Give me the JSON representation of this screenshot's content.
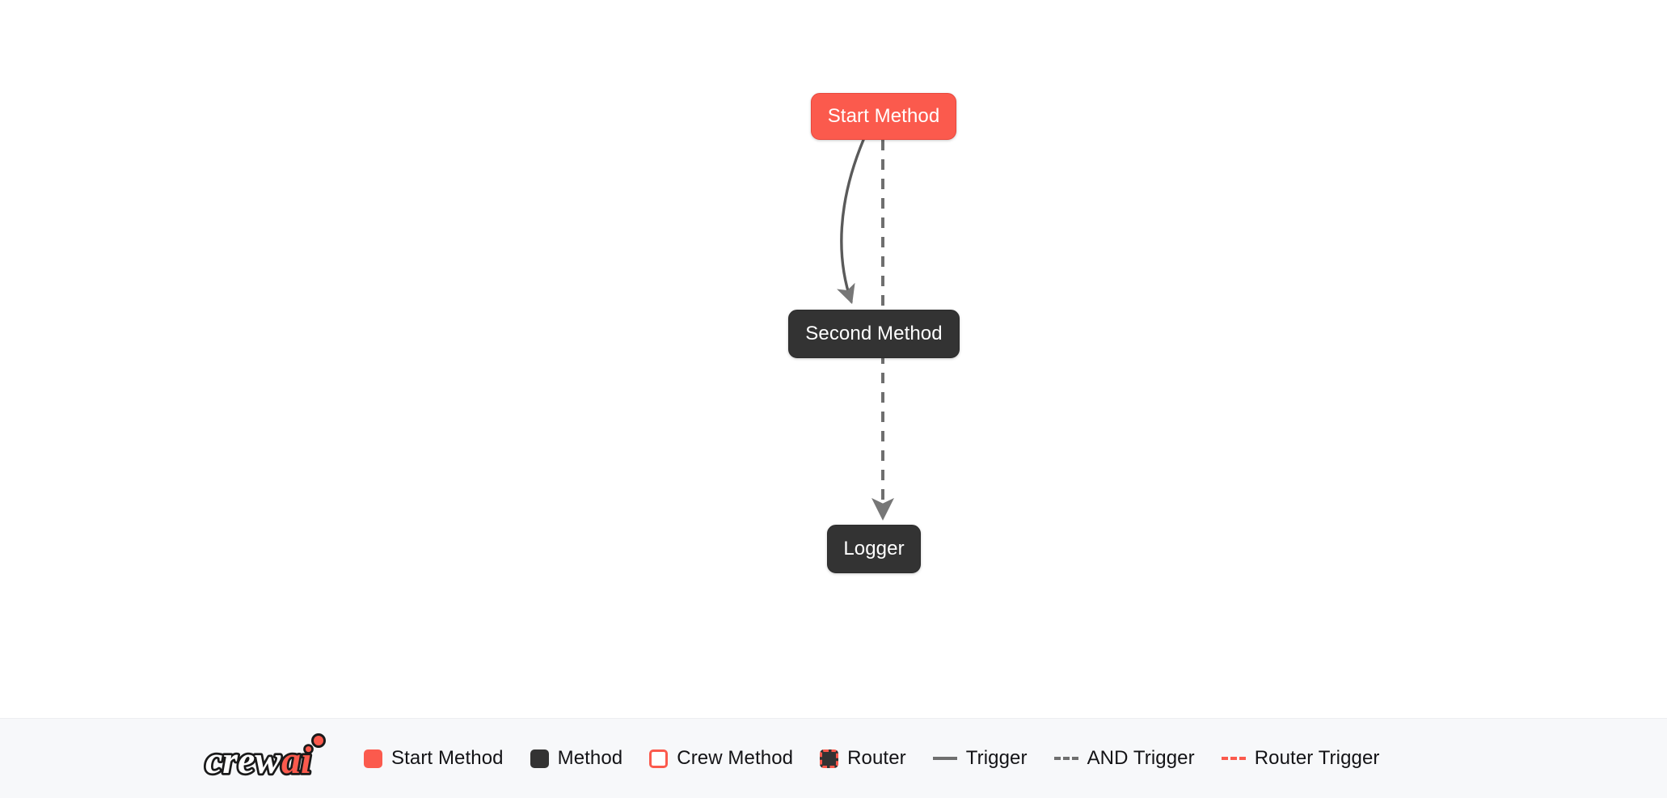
{
  "colors": {
    "start_node": "#fb5a4d",
    "method_node": "#333333",
    "accent": "#fb5a4d",
    "edge_gray": "#6f6f6f",
    "canvas_bg": "#ffffff",
    "footer_bg": "#f7f8fa"
  },
  "brand": {
    "name": "crewai",
    "part_white": "crew",
    "part_red": "ai"
  },
  "flow": {
    "nodes": [
      {
        "id": "start_method",
        "label": "Start Method",
        "type": "start-method"
      },
      {
        "id": "second_method",
        "label": "Second Method",
        "type": "method"
      },
      {
        "id": "logger",
        "label": "Logger",
        "type": "method"
      }
    ],
    "edges": [
      {
        "from": "start_method",
        "to": "second_method",
        "type": "trigger"
      },
      {
        "from": "start_method",
        "to": "logger",
        "type": "and-trigger"
      }
    ]
  },
  "legend": {
    "items": [
      {
        "label": "Start Method",
        "marker": "square-coral"
      },
      {
        "label": "Method",
        "marker": "square-dark"
      },
      {
        "label": "Crew Method",
        "marker": "square-outline-coral"
      },
      {
        "label": "Router",
        "marker": "square-dark-dashed-coral"
      },
      {
        "label": "Trigger",
        "marker": "line-solid-gray"
      },
      {
        "label": "AND Trigger",
        "marker": "line-dashed-gray"
      },
      {
        "label": "Router Trigger",
        "marker": "line-dashed-coral"
      }
    ]
  }
}
